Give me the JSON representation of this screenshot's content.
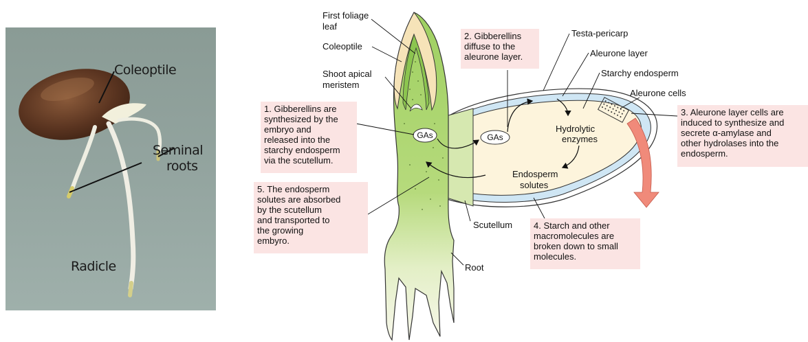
{
  "photo": {
    "labels": {
      "coleoptile": "Coleoptile",
      "seminal_roots": [
        "Seminal",
        "roots"
      ],
      "radicle": "Radicle"
    }
  },
  "diagram": {
    "labels": {
      "first_foliage_leaf": [
        "First foliage",
        "leaf"
      ],
      "coleoptile": "Coleoptile",
      "shoot_apical_meristem": [
        "Shoot apical",
        "meristem"
      ],
      "scutellum": "Scutellum",
      "root": "Root",
      "testa_pericarp": "Testa-pericarp",
      "aleurone_layer": "Aleurone layer",
      "starchy_endosperm": "Starchy endosperm",
      "aleurone_cells": "Aleurone cells",
      "hydrolytic_enzymes": [
        "Hydrolytic",
        "enzymes"
      ],
      "endosperm_solutes": [
        "Endosperm",
        "solutes"
      ],
      "gas_embryo": "GAs",
      "gas_endosperm": "GAs"
    },
    "steps": {
      "step1": [
        "1. Gibberellins are",
        "synthesized by the",
        "embryo and",
        "released into the",
        "starchy endosperm",
        "via the scutellum."
      ],
      "step2": [
        "2. Gibberellins",
        "diffuse to the",
        "aleurone layer."
      ],
      "step3": [
        "3. Aleurone layer cells are",
        "induced to synthesize and",
        "secrete α-amylase and",
        "other hydrolases into the",
        "endosperm."
      ],
      "step4": [
        "4. Starch and other",
        "macromolecules are",
        "broken down to small",
        "molecules."
      ],
      "step5": [
        "5. The endosperm",
        "solutes are absorbed",
        "by the scutellum",
        "and transported to",
        "the growing",
        "embyro."
      ]
    },
    "colors": {
      "step_box": "#fbe4e3",
      "embryo_green": "#a9d36b",
      "scutellum": "#d6e8b0",
      "endosperm": "#fdf4dc",
      "aleurone": "#cfe6f4",
      "arrow_salmon": "#f08a7a"
    }
  }
}
